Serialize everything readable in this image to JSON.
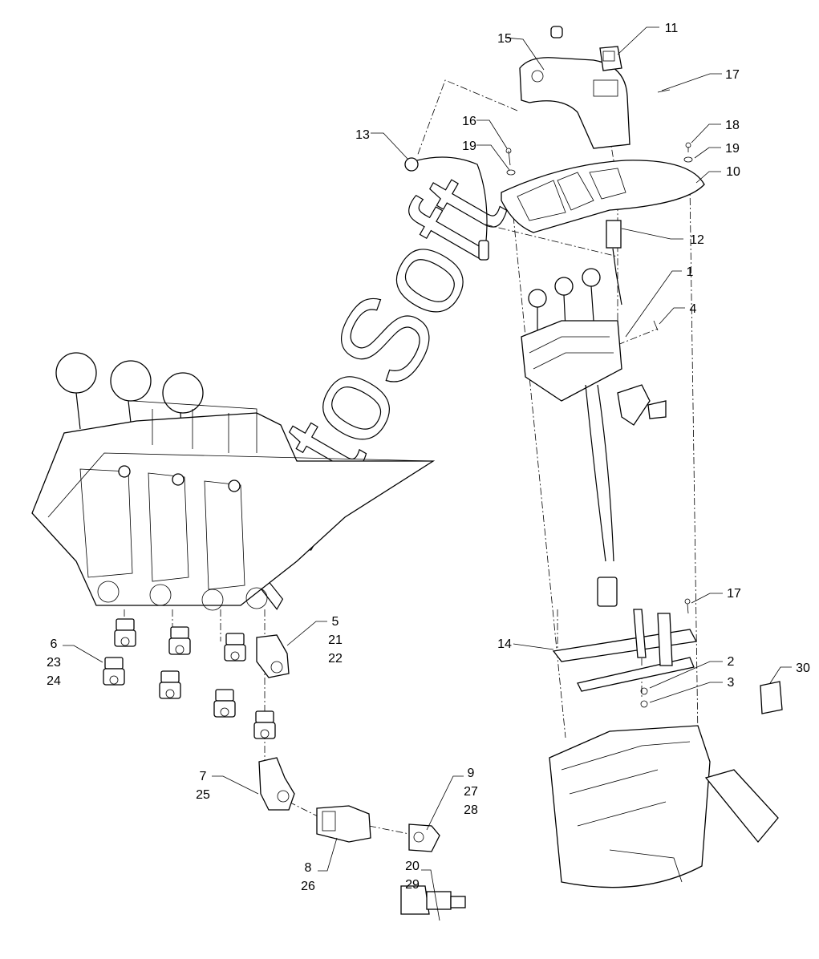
{
  "diagram": {
    "watermark": "AutoSoft",
    "callouts": [
      {
        "id": "c1",
        "lines": [
          "1"
        ]
      },
      {
        "id": "c2",
        "lines": [
          "2"
        ]
      },
      {
        "id": "c3",
        "lines": [
          "3"
        ]
      },
      {
        "id": "c4",
        "lines": [
          "4"
        ]
      },
      {
        "id": "c5",
        "lines": [
          "5",
          "21",
          "22"
        ]
      },
      {
        "id": "c6",
        "lines": [
          "6",
          "23",
          "24"
        ]
      },
      {
        "id": "c7",
        "lines": [
          "7",
          "25"
        ]
      },
      {
        "id": "c8",
        "lines": [
          "8",
          "26"
        ]
      },
      {
        "id": "c9",
        "lines": [
          "9",
          "27",
          "28"
        ]
      },
      {
        "id": "c10",
        "lines": [
          "10"
        ]
      },
      {
        "id": "c11",
        "lines": [
          "11"
        ]
      },
      {
        "id": "c12",
        "lines": [
          "12"
        ]
      },
      {
        "id": "c13",
        "lines": [
          "13"
        ]
      },
      {
        "id": "c14",
        "lines": [
          "14"
        ]
      },
      {
        "id": "c15",
        "lines": [
          "15"
        ]
      },
      {
        "id": "c16",
        "lines": [
          "16"
        ]
      },
      {
        "id": "c17a",
        "lines": [
          "17"
        ]
      },
      {
        "id": "c17b",
        "lines": [
          "17"
        ]
      },
      {
        "id": "c18",
        "lines": [
          "18"
        ]
      },
      {
        "id": "c19a",
        "lines": [
          "19"
        ]
      },
      {
        "id": "c19b",
        "lines": [
          "19"
        ]
      },
      {
        "id": "c20",
        "lines": [
          "20",
          "29"
        ]
      },
      {
        "id": "c30",
        "lines": [
          "30"
        ]
      }
    ]
  }
}
